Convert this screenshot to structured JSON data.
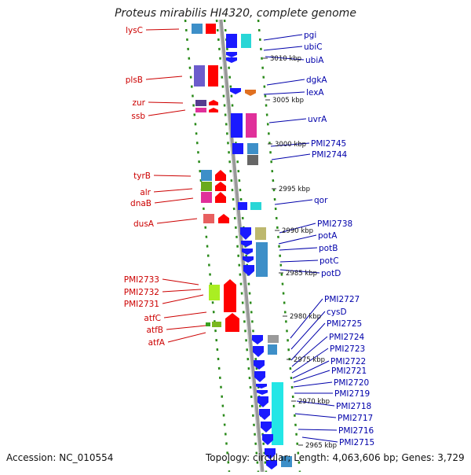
{
  "title": "Proteus mirabilis HI4320, complete genome",
  "footer": {
    "accession": "Accession: NC_010554",
    "topology": "Topology: circular; Length: 4,063,606 bp; Genes: 3,729"
  },
  "colors": {
    "left_label": "#cc0000",
    "right_label": "#0000aa",
    "track_dash": "#2a8a1a",
    "backbone": "#999999",
    "tick_label": "#111111"
  },
  "left_genes": [
    {
      "name": "lysC"
    },
    {
      "name": "plsB"
    },
    {
      "name": "zur"
    },
    {
      "name": "ssb"
    },
    {
      "name": "tyrB"
    },
    {
      "name": "alr"
    },
    {
      "name": "dnaB"
    },
    {
      "name": "dusA"
    },
    {
      "name": "PMI2733"
    },
    {
      "name": "PMI2732"
    },
    {
      "name": "PMI2731"
    },
    {
      "name": "atfC"
    },
    {
      "name": "atfB"
    },
    {
      "name": "atfA"
    }
  ],
  "right_genes": [
    {
      "name": "pgi"
    },
    {
      "name": "ubiC"
    },
    {
      "name": "ubiA"
    },
    {
      "name": "dgkA"
    },
    {
      "name": "lexA"
    },
    {
      "name": "uvrA"
    },
    {
      "name": "PMI2745"
    },
    {
      "name": "PMI2744"
    },
    {
      "name": "qor"
    },
    {
      "name": "PMI2738"
    },
    {
      "name": "potA"
    },
    {
      "name": "potB"
    },
    {
      "name": "potC"
    },
    {
      "name": "potD"
    },
    {
      "name": "PMI2727"
    },
    {
      "name": "cysD"
    },
    {
      "name": "PMI2725"
    },
    {
      "name": "PMI2724"
    },
    {
      "name": "PMI2723"
    },
    {
      "name": "PMI2722"
    },
    {
      "name": "PMI2721"
    },
    {
      "name": "PMI2720"
    },
    {
      "name": "PMI2719"
    },
    {
      "name": "PMI2718"
    },
    {
      "name": "PMI2717"
    },
    {
      "name": "PMI2716"
    },
    {
      "name": "PMI2715"
    }
  ],
  "scale_ticks": [
    {
      "label": "3010 kbp"
    },
    {
      "label": "3005 kbp"
    },
    {
      "label": "3000 kbp"
    },
    {
      "label": "2995 kbp"
    },
    {
      "label": "2990 kbp"
    },
    {
      "label": "2985 kbp"
    },
    {
      "label": "2980 kbp"
    },
    {
      "label": "2975 kbp"
    },
    {
      "label": "2970 kbp"
    },
    {
      "label": "2965 kbp"
    }
  ]
}
